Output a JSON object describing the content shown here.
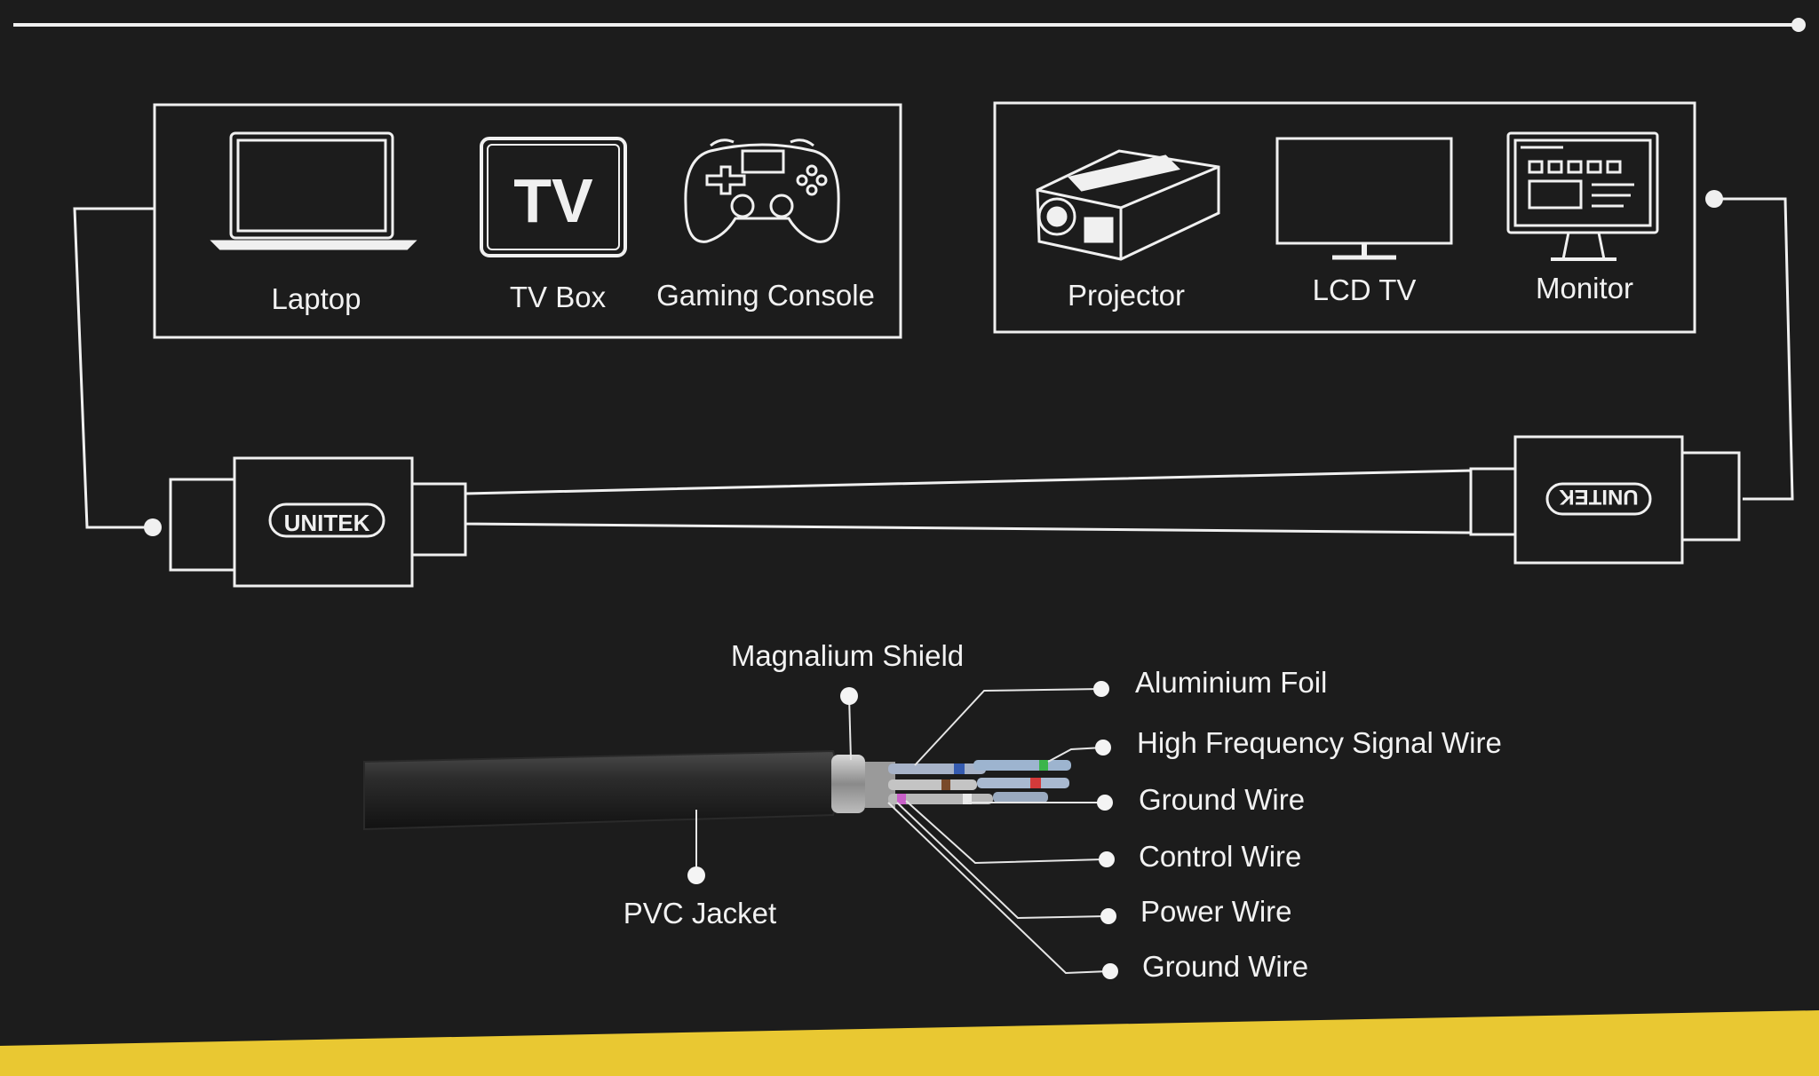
{
  "source_devices": {
    "items": [
      {
        "label": "Laptop",
        "icon": "laptop-icon"
      },
      {
        "label": "TV Box",
        "icon": "tv-box-icon",
        "glyph": "TV"
      },
      {
        "label": "Gaming Console",
        "icon": "gamepad-icon"
      }
    ]
  },
  "display_devices": {
    "items": [
      {
        "label": "Projector",
        "icon": "projector-icon"
      },
      {
        "label": "LCD TV",
        "icon": "lcd-tv-icon"
      },
      {
        "label": "Monitor",
        "icon": "monitor-icon"
      }
    ]
  },
  "cable": {
    "brand": "UNITEK"
  },
  "cross_section": {
    "shield_label": "Magnalium Shield",
    "jacket_label": "PVC Jacket",
    "layers": [
      "Aluminium Foil",
      "High Frequency Signal Wire",
      "Ground Wire",
      "Control Wire",
      "Power Wire",
      "Ground Wire"
    ]
  },
  "colors": {
    "background": "#1c1c1c",
    "line": "#f0f0f0",
    "accent_strip": "#e9c832"
  }
}
